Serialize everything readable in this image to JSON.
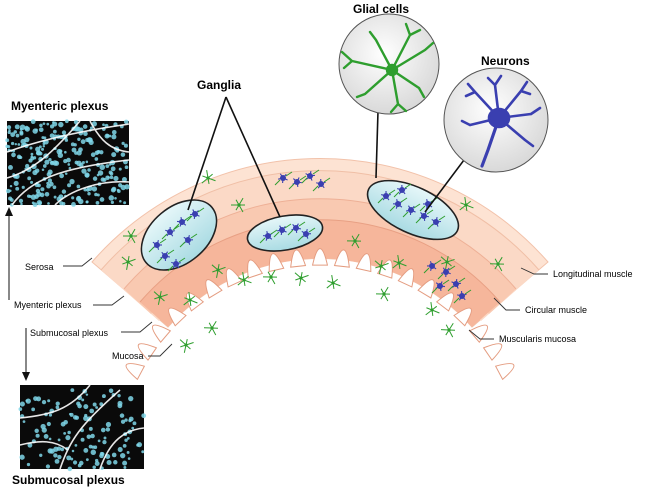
{
  "labels": {
    "myenteric_plexus_title": "Myenteric plexus",
    "submucosal_plexus_title": "Submucosal plexus",
    "glial_cells": "Glial cells",
    "neurons": "Neurons",
    "ganglia": "Ganglia",
    "serosa": "Serosa",
    "myenteric_plexus": "Myenteric plexus",
    "submucosal_plexus": "Submucosal plexus",
    "mucosa": "Mucosa",
    "longitudinal_muscle": "Longitudinal muscle",
    "circular_muscle": "Circular muscle",
    "muscularis_mucosa": "Muscularis mucosa"
  },
  "colors": {
    "serosa": "#fde3d3",
    "longitudinal_muscle": "#fbd2bd",
    "circular_muscle": "#f8c0a6",
    "mucosa": "#f5ab90",
    "glia": "#2e9e2e",
    "neuron": "#3a3fb0",
    "ganglion_fill": "#c7ecf0",
    "micrograph_bg": "#0a0a0a",
    "micrograph_cells": "#7fd6e8"
  }
}
